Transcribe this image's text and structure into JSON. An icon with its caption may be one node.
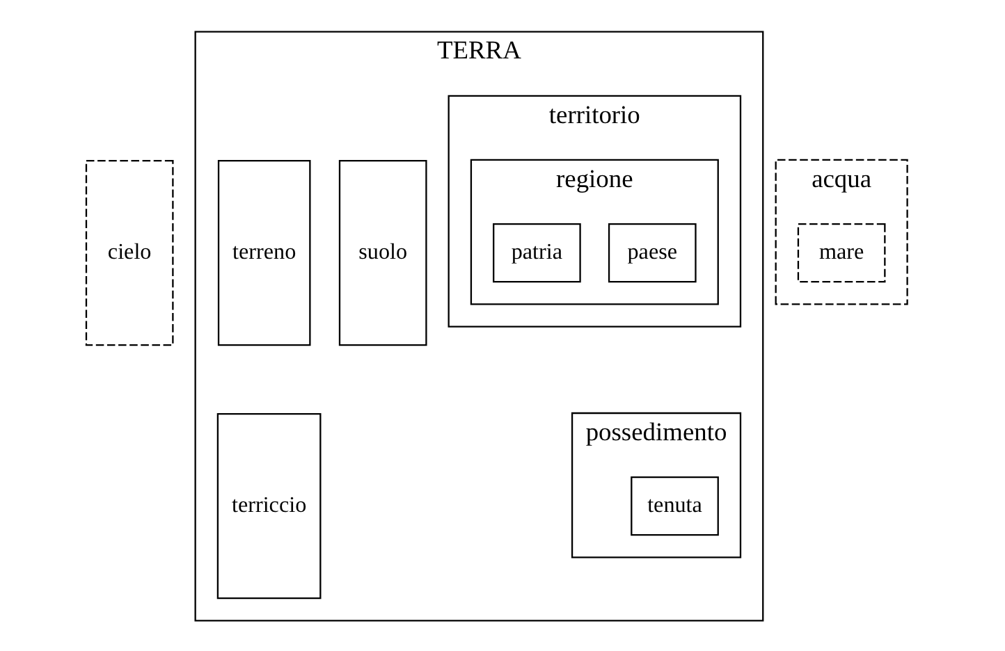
{
  "diagram": {
    "nodes": [
      {
        "text": [
          "cielo"
        ]
      },
      {
        "text": [
          "acqua"
        ]
      },
      {
        "text": [
          "mare"
        ],
        "in": 1
      },
      {
        "text": [
          "TERRA"
        ]
      },
      {
        "text": [
          "terriccio"
        ],
        "in": 3
      },
      {
        "text": [
          "suolo"
        ],
        "in": 3
      },
      {
        "text": [
          "terreno"
        ],
        "in": 3
      },
      {
        "text": [
          "possedimento"
        ],
        "in": 3
      },
      {
        "text": [
          "tenuta"
        ],
        "in": 7
      },
      {
        "text": [
          "territorio"
        ],
        "in": 3
      },
      {
        "text": [
          "regione"
        ],
        "in": 9
      },
      {
        "text": [
          "paese"
        ],
        "in": 10
      },
      {
        "text": [
          "patria"
        ],
        "in": 10
      }
    ]
  }
}
